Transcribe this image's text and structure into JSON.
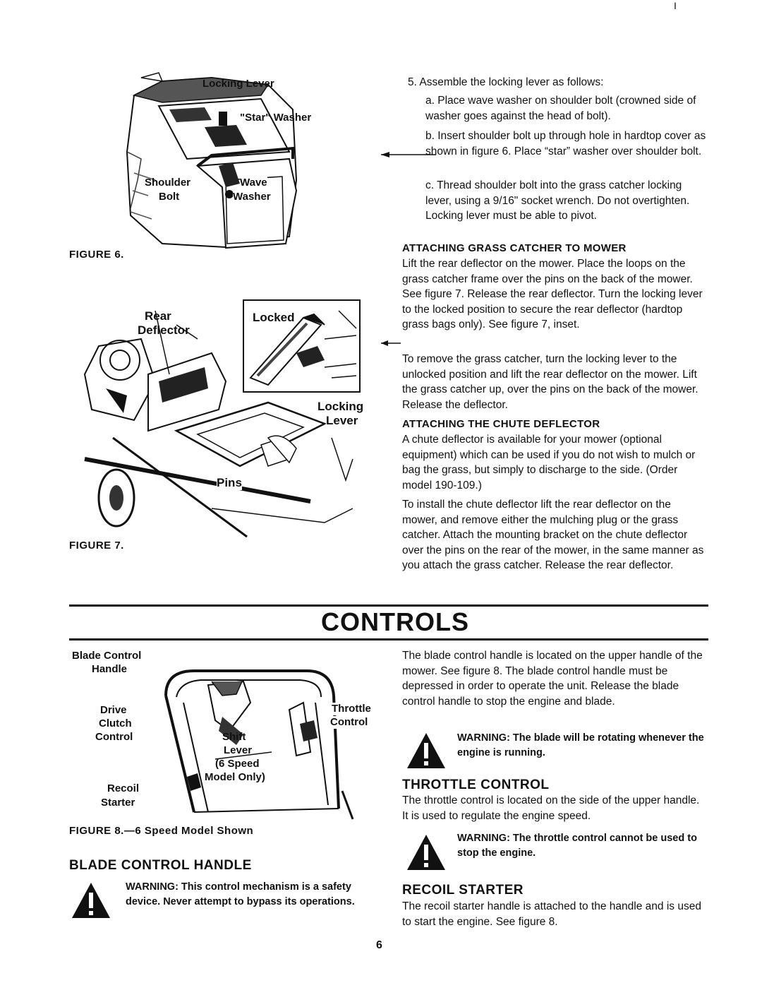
{
  "header_mark": "I",
  "figure6": {
    "label": "FIGURE 6.",
    "callouts": {
      "locking_lever": "Locking Lever",
      "star_washer": "\"Star\" Washer",
      "shoulder_bolt_1": "Shoulder",
      "shoulder_bolt_2": "Bolt",
      "wave_washer_1": "Wave",
      "wave_washer_2": "Washer"
    }
  },
  "figure7": {
    "label": "FIGURE 7.",
    "callouts": {
      "rear_1": "Rear",
      "rear_2": "Deflector",
      "locked": "Locked",
      "locking_1": "Locking",
      "locking_2": "Lever",
      "pins": "Pins"
    }
  },
  "assembly": {
    "step5": "5. Assemble the locking lever as follows:",
    "a": "a. Place wave washer on shoulder bolt (crowned side of washer goes against the head of bolt).",
    "b": "b. Insert shoulder bolt up through hole in hardtop cover as shown in figure 6. Place “star” washer over shoulder bolt.",
    "c": "c. Thread shoulder bolt into the grass catcher locking lever, using a 9/16\" socket wrench. Do not overtighten. Locking lever must be able to pivot."
  },
  "attaching_catcher": {
    "heading": "ATTACHING GRASS CATCHER TO MOWER",
    "para1": "Lift the rear deflector on the mower. Place the loops on the grass catcher frame over the pins on the back of the mower. See figure 7. Release the rear deflector. Turn the locking lever to the locked position to secure the rear deflector (hardtop grass bags only). See figure 7, inset.",
    "para2": "To remove the grass catcher, turn the locking lever to the unlocked position and lift the rear deflector on the mower. Lift the grass catcher up, over the pins on the back of the mower. Release the deflector."
  },
  "chute": {
    "heading": "ATTACHING THE CHUTE DEFLECTOR",
    "para1": "A chute deflector is available for your mower (optional equipment) which can be used if you do not wish to mulch or bag the grass, but simply to discharge to the side. (Order model 190-109.)",
    "para2": "To install the chute deflector lift the rear deflector on the mower, and remove either the mulching plug or the grass catcher. Attach the mounting bracket on the chute deflector over the pins on the rear of the mower, in the same manner as you attach the grass catcher. Release the rear deflector."
  },
  "controls_title": "CONTROLS",
  "figure8": {
    "label": "FIGURE 8.—6 Speed Model Shown",
    "callouts": {
      "blade_1": "Blade Control",
      "blade_2": "Handle",
      "drive_1": "Drive",
      "drive_2": "Clutch",
      "drive_3": "Control",
      "throttle_1": "Throttle",
      "throttle_2": "Control",
      "shift_1": "Shift",
      "shift_2": "Lever",
      "shift_3": "(6 Speed",
      "shift_4": "Model Only)",
      "recoil_1": "Recoil",
      "recoil_2": "Starter"
    }
  },
  "blade_control": {
    "heading": "BLADE CONTROL HANDLE",
    "warning": "WARNING: This control mechanism is a safety device. Never attempt to bypass its operations.",
    "para": "The blade control handle is located on the upper handle of the mower. See figure 8. The blade control handle must be depressed in order to operate the unit. Release the blade control handle to stop the engine and blade.",
    "warning2": "WARNING: The blade will be rotating whenever the engine is running."
  },
  "throttle": {
    "heading": "THROTTLE CONTROL",
    "para": "The throttle control is located on the side of the upper handle. It is used to regulate the engine speed.",
    "warning": "WARNING: The throttle control cannot be used to stop the engine."
  },
  "recoil": {
    "heading": "RECOIL STARTER",
    "para": "The recoil starter handle is attached to the handle and is used to start the engine. See figure 8."
  },
  "page_number": "6"
}
